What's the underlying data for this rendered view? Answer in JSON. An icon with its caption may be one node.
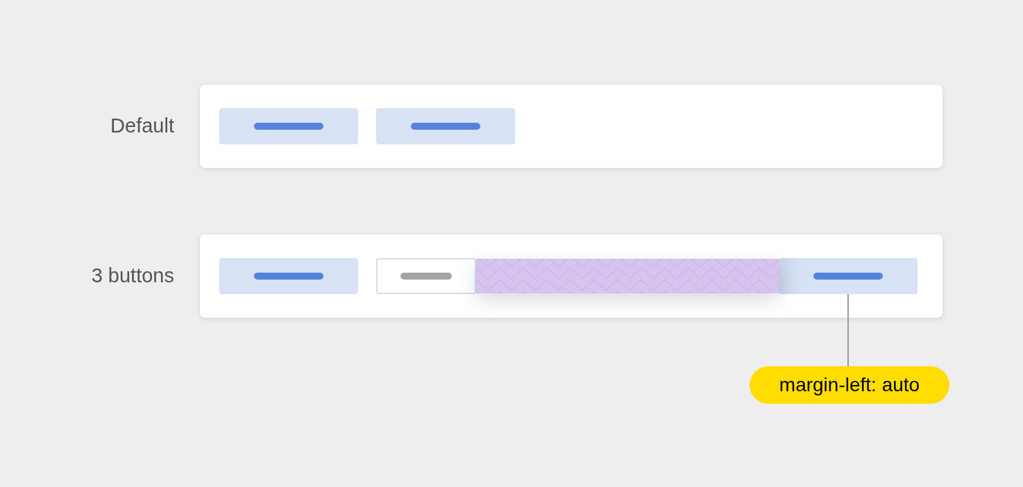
{
  "diagram": {
    "nodes": [
      {
        "text": [],
        "shape": "box",
        "beside": [
          "Default"
        ]
      },
      {
        "text": [],
        "shape": "box",
        "in": 0
      },
      {
        "text": [],
        "shape": "box",
        "in": 0
      },
      {
        "text": [],
        "shape": "box",
        "beside": [
          "3 buttons"
        ]
      },
      {
        "text": [],
        "shape": "box",
        "in": 3
      },
      {
        "text": [],
        "shape": "box",
        "in": 3
      },
      {
        "text": [],
        "shape": "box",
        "in": 3
      },
      {
        "text": [
          "margin-left: auto"
        ]
      }
    ],
    "edges": [
      {
        "from": 7,
        "to": 6,
        "arrow": "none"
      }
    ]
  }
}
